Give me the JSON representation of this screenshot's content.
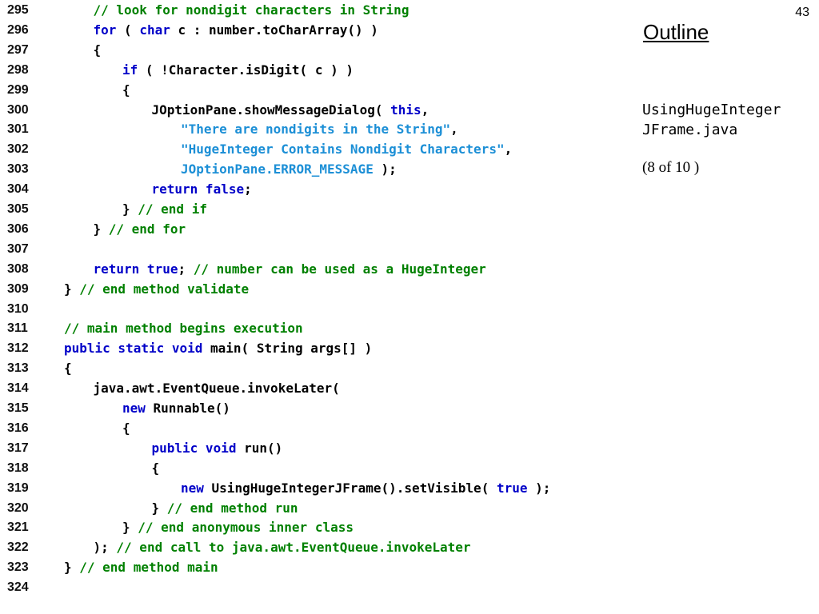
{
  "slide": {
    "number": "43",
    "outline_title": "Outline",
    "file_name_line1": "UsingHugeInteger",
    "file_name_line2": "JFrame.java",
    "page_indicator": "(8 of 10 )"
  },
  "colors": {
    "keyword": "#0000c8",
    "comment": "#008000",
    "string": "#1c8fd6",
    "plain": "#000000"
  },
  "code_lines": [
    {
      "num": "295",
      "indent": 1,
      "tokens": [
        {
          "t": "cm",
          "v": "// look for nondigit characters in String"
        }
      ]
    },
    {
      "num": "296",
      "indent": 1,
      "tokens": [
        {
          "t": "kw",
          "v": "for"
        },
        {
          "t": "pl",
          "v": " ( "
        },
        {
          "t": "kw",
          "v": "char"
        },
        {
          "t": "pl",
          "v": " c : number.toCharArray() )"
        }
      ]
    },
    {
      "num": "297",
      "indent": 1,
      "tokens": [
        {
          "t": "pl",
          "v": "{"
        }
      ]
    },
    {
      "num": "298",
      "indent": 2,
      "tokens": [
        {
          "t": "kw",
          "v": "if"
        },
        {
          "t": "pl",
          "v": " ( !Character.isDigit( c ) )"
        }
      ]
    },
    {
      "num": "299",
      "indent": 2,
      "tokens": [
        {
          "t": "pl",
          "v": "{"
        }
      ]
    },
    {
      "num": "300",
      "indent": 3,
      "tokens": [
        {
          "t": "pl",
          "v": "JOptionPane.showMessageDialog( "
        },
        {
          "t": "kw",
          "v": "this"
        },
        {
          "t": "pl",
          "v": ","
        }
      ]
    },
    {
      "num": "301",
      "indent": 4,
      "tokens": [
        {
          "t": "st",
          "v": "\"There are nondigits in the String\""
        },
        {
          "t": "pl",
          "v": ","
        }
      ]
    },
    {
      "num": "302",
      "indent": 4,
      "tokens": [
        {
          "t": "st",
          "v": "\"HugeInteger Contains Nondigit Characters\""
        },
        {
          "t": "pl",
          "v": ","
        }
      ]
    },
    {
      "num": "303",
      "indent": 4,
      "tokens": [
        {
          "t": "st",
          "v": "JOptionPane.ERROR_MESSAGE"
        },
        {
          "t": "pl",
          "v": " );"
        }
      ]
    },
    {
      "num": "304",
      "indent": 3,
      "tokens": [
        {
          "t": "kw",
          "v": "return false"
        },
        {
          "t": "pl",
          "v": ";"
        }
      ]
    },
    {
      "num": "305",
      "indent": 2,
      "tokens": [
        {
          "t": "pl",
          "v": "} "
        },
        {
          "t": "cm",
          "v": "// end if"
        }
      ]
    },
    {
      "num": "306",
      "indent": 1,
      "tokens": [
        {
          "t": "pl",
          "v": "} "
        },
        {
          "t": "cm",
          "v": "// end for"
        }
      ]
    },
    {
      "num": "307",
      "indent": 0,
      "tokens": []
    },
    {
      "num": "308",
      "indent": 1,
      "tokens": [
        {
          "t": "kw",
          "v": "return true"
        },
        {
          "t": "pl",
          "v": "; "
        },
        {
          "t": "cm",
          "v": "// number can be used as a HugeInteger"
        }
      ]
    },
    {
      "num": "309",
      "indent": 0,
      "tokens": [
        {
          "t": "pl",
          "v": "} "
        },
        {
          "t": "cm",
          "v": "// end method validate"
        }
      ]
    },
    {
      "num": "310",
      "indent": 0,
      "tokens": []
    },
    {
      "num": "311",
      "indent": 0,
      "tokens": [
        {
          "t": "cm",
          "v": "// main method begins execution"
        }
      ]
    },
    {
      "num": "312",
      "indent": 0,
      "tokens": [
        {
          "t": "kw",
          "v": "public static void"
        },
        {
          "t": "pl",
          "v": " main( String args[] )"
        }
      ]
    },
    {
      "num": "313",
      "indent": 0,
      "tokens": [
        {
          "t": "pl",
          "v": "{"
        }
      ]
    },
    {
      "num": "314",
      "indent": 1,
      "tokens": [
        {
          "t": "pl",
          "v": "java.awt.EventQueue.invokeLater("
        }
      ]
    },
    {
      "num": "315",
      "indent": 2,
      "tokens": [
        {
          "t": "kw",
          "v": "new"
        },
        {
          "t": "pl",
          "v": " Runnable()"
        }
      ]
    },
    {
      "num": "316",
      "indent": 2,
      "tokens": [
        {
          "t": "pl",
          "v": "{"
        }
      ]
    },
    {
      "num": "317",
      "indent": 3,
      "tokens": [
        {
          "t": "kw",
          "v": "public void"
        },
        {
          "t": "pl",
          "v": " run()"
        }
      ]
    },
    {
      "num": "318",
      "indent": 3,
      "tokens": [
        {
          "t": "pl",
          "v": "{"
        }
      ]
    },
    {
      "num": "319",
      "indent": 4,
      "tokens": [
        {
          "t": "kw",
          "v": "new"
        },
        {
          "t": "pl",
          "v": " UsingHugeIntegerJFrame().setVisible( "
        },
        {
          "t": "kw",
          "v": "true"
        },
        {
          "t": "pl",
          "v": " );"
        }
      ]
    },
    {
      "num": "320",
      "indent": 3,
      "tokens": [
        {
          "t": "pl",
          "v": "} "
        },
        {
          "t": "cm",
          "v": "// end method run"
        }
      ]
    },
    {
      "num": "321",
      "indent": 2,
      "tokens": [
        {
          "t": "pl",
          "v": "} "
        },
        {
          "t": "cm",
          "v": "// end anonymous inner class"
        }
      ]
    },
    {
      "num": "322",
      "indent": 1,
      "tokens": [
        {
          "t": "pl",
          "v": "); "
        },
        {
          "t": "cm",
          "v": "// end call to java.awt.EventQueue.invokeLater"
        }
      ]
    },
    {
      "num": "323",
      "indent": 0,
      "tokens": [
        {
          "t": "pl",
          "v": "} "
        },
        {
          "t": "cm",
          "v": "// end method main"
        }
      ]
    },
    {
      "num": "324",
      "indent": 0,
      "tokens": []
    }
  ]
}
